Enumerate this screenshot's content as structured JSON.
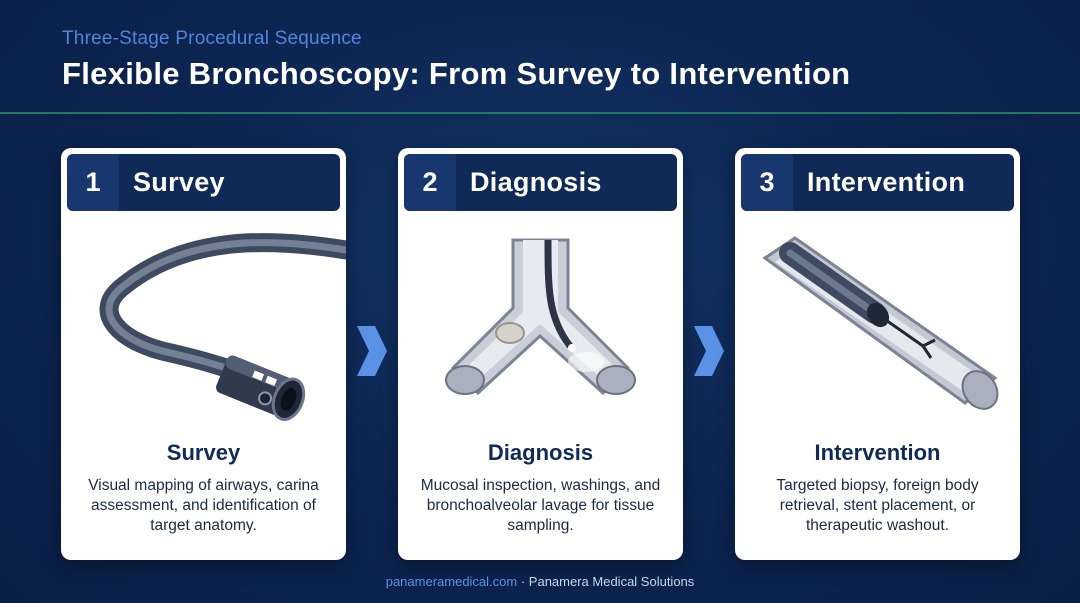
{
  "header": {
    "subtitle": "Three-Stage Procedural Sequence",
    "title": "Flexible Bronchoscopy: From Survey to Intervention"
  },
  "stages": [
    {
      "number": "1",
      "title": "Survey",
      "label": "Survey",
      "description": "Visual mapping of airways, carina assessment, and identification of target anatomy."
    },
    {
      "number": "2",
      "title": "Diagnosis",
      "label": "Diagnosis",
      "description": "Mucosal inspection, washings, and bronchoalveolar lavage for tissue sampling."
    },
    {
      "number": "3",
      "title": "Intervention",
      "label": "Intervention",
      "description": "Targeted biopsy, foreign body retrieval, stent placement, or therapeutic washout."
    }
  ],
  "icons": {
    "stage1": "bronchoscope-icon",
    "stage2": "bronchial-bifurcation-icon",
    "stage3": "airway-forceps-icon",
    "arrow": "chevron-right-icon"
  },
  "colors": {
    "background": "#0c2450",
    "accent": "#4f86d9",
    "divider": "#1f7a5a",
    "card_header": "#0f2a57"
  },
  "footer": {
    "link": "panameramedical.com",
    "separator": " · ",
    "company": "Panamera Medical Solutions"
  }
}
